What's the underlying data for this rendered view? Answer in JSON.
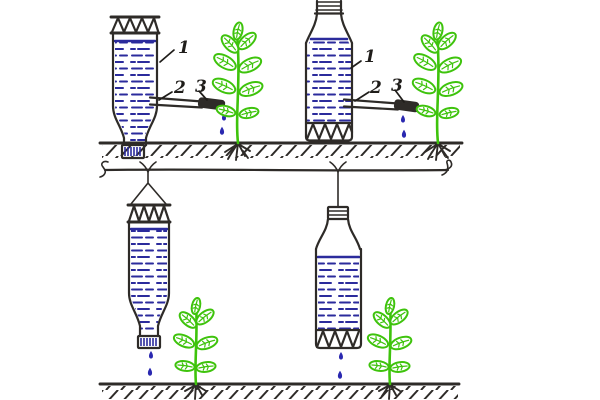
{
  "diagram": {
    "legend": {
      "bottle": "1",
      "tube": "2",
      "dripper": "3"
    }
  },
  "colors": {
    "outline": "#2e2b28",
    "water": "#2b2b9c",
    "drop": "#2a28b0",
    "plant": "#3ec30c",
    "label": "#1f1d1a",
    "background": "#ffffff"
  }
}
